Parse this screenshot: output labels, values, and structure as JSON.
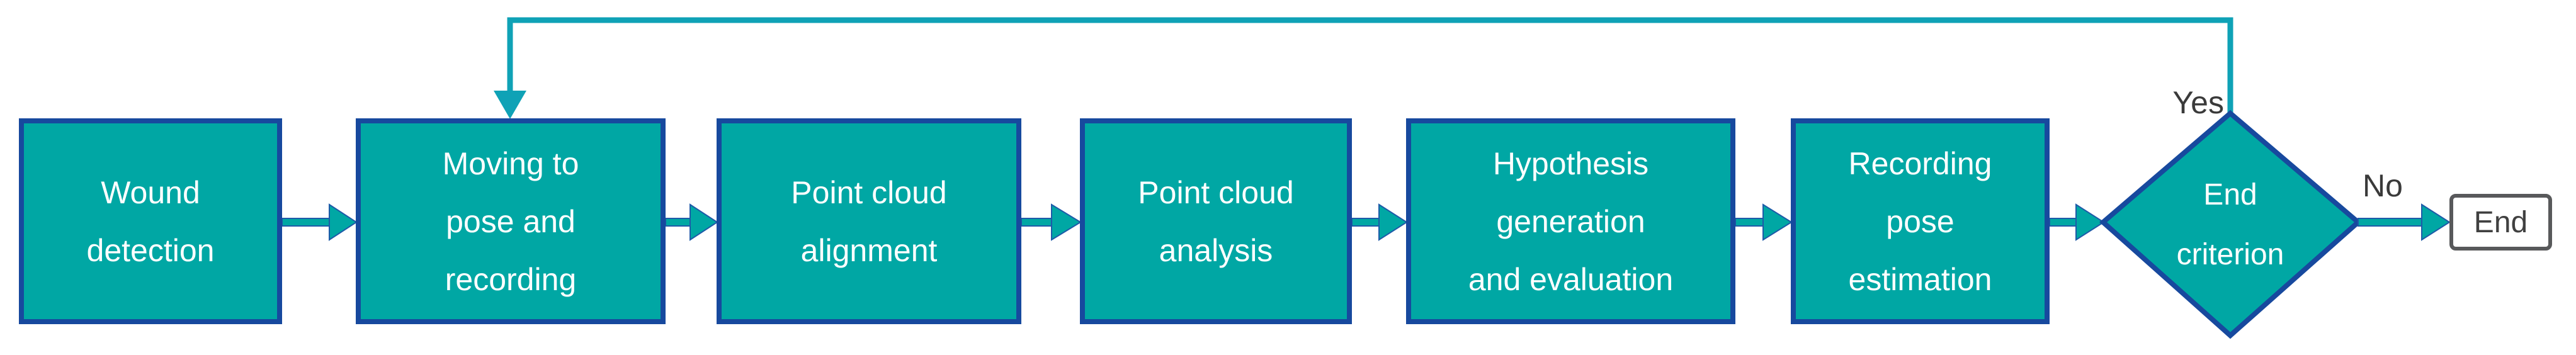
{
  "flow": {
    "steps": [
      {
        "id": "wound-detection",
        "label": "Wound\ndetection"
      },
      {
        "id": "moving-to-pose",
        "label": "Moving to\npose and\nrecording"
      },
      {
        "id": "point-cloud-alignment",
        "label": "Point cloud\nalignment"
      },
      {
        "id": "point-cloud-analysis",
        "label": "Point cloud\nanalysis"
      },
      {
        "id": "hypothesis",
        "label": "Hypothesis\ngeneration\nand evaluation"
      },
      {
        "id": "recording-pose",
        "label": "Recording\npose\nestimation"
      }
    ],
    "decision": {
      "id": "end-criterion",
      "label": "End\ncriterion"
    },
    "terminal": {
      "id": "end",
      "label": "End"
    },
    "branch_labels": {
      "yes": "Yes",
      "no": "No"
    }
  },
  "colors": {
    "node_fill": "#00A7A4",
    "node_border": "#17499E",
    "connector": "#0FA2B6",
    "connector_border": "#1E5AA8",
    "label_text": "#3A3A3A",
    "end_border": "#58595B",
    "box_text": "#FFFFFF"
  }
}
